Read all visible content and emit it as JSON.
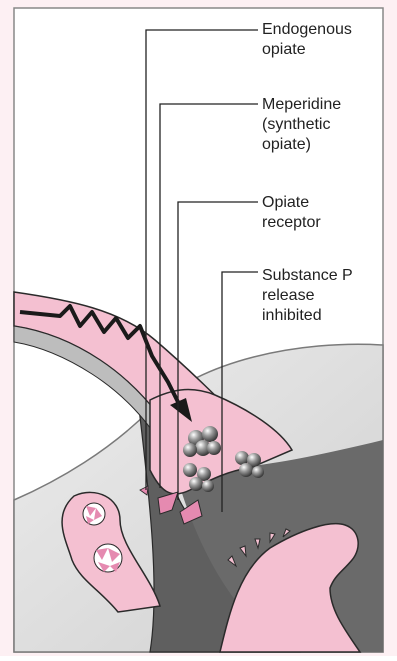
{
  "labels": {
    "endogenous_opiate": "Endogenous\nopiate",
    "meperidine": "Meperidine\n(synthetic\nopiate)",
    "opiate_receptor": "Opiate\nreceptor",
    "substance_p": "Substance P\nrelease\ninhibited"
  },
  "colors": {
    "background": "#fdf0f3",
    "neuron_pink": "#f4c0d1",
    "receptor_pink": "#e58ab0",
    "dark_gray": "#5f5f5f",
    "light_gray": "#d9d9d9",
    "vesicle_gray": "#8a8a8a",
    "outline": "#2a2a2a"
  }
}
